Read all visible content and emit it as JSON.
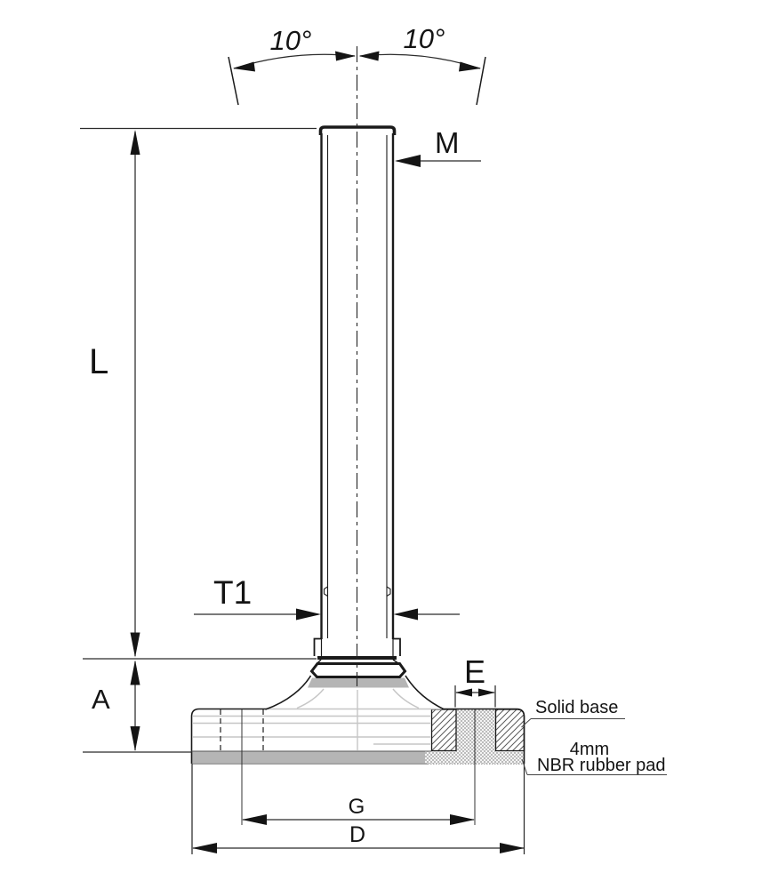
{
  "drawing": {
    "type": "technical-drawing",
    "subject": "Adjustable levelling foot, side view with partial section of solid base and rubber pad",
    "labels": {
      "tilt_angle_left": "10°",
      "tilt_angle_right": "10°",
      "thread_size": "M",
      "stem_length": "L",
      "thread_length": "T1",
      "base_height": "A",
      "hole_dim": "E",
      "hole_spacing": "G",
      "base_diameter": "D",
      "solid_base_note": "Solid base",
      "pad_thickness": "4mm",
      "pad_material": "NBR rubber pad"
    },
    "colors": {
      "line": "#1a1a1a",
      "pad_gray": "#b5b5b5",
      "light_gray_line": "#c6c6c6",
      "background": "#ffffff"
    }
  }
}
